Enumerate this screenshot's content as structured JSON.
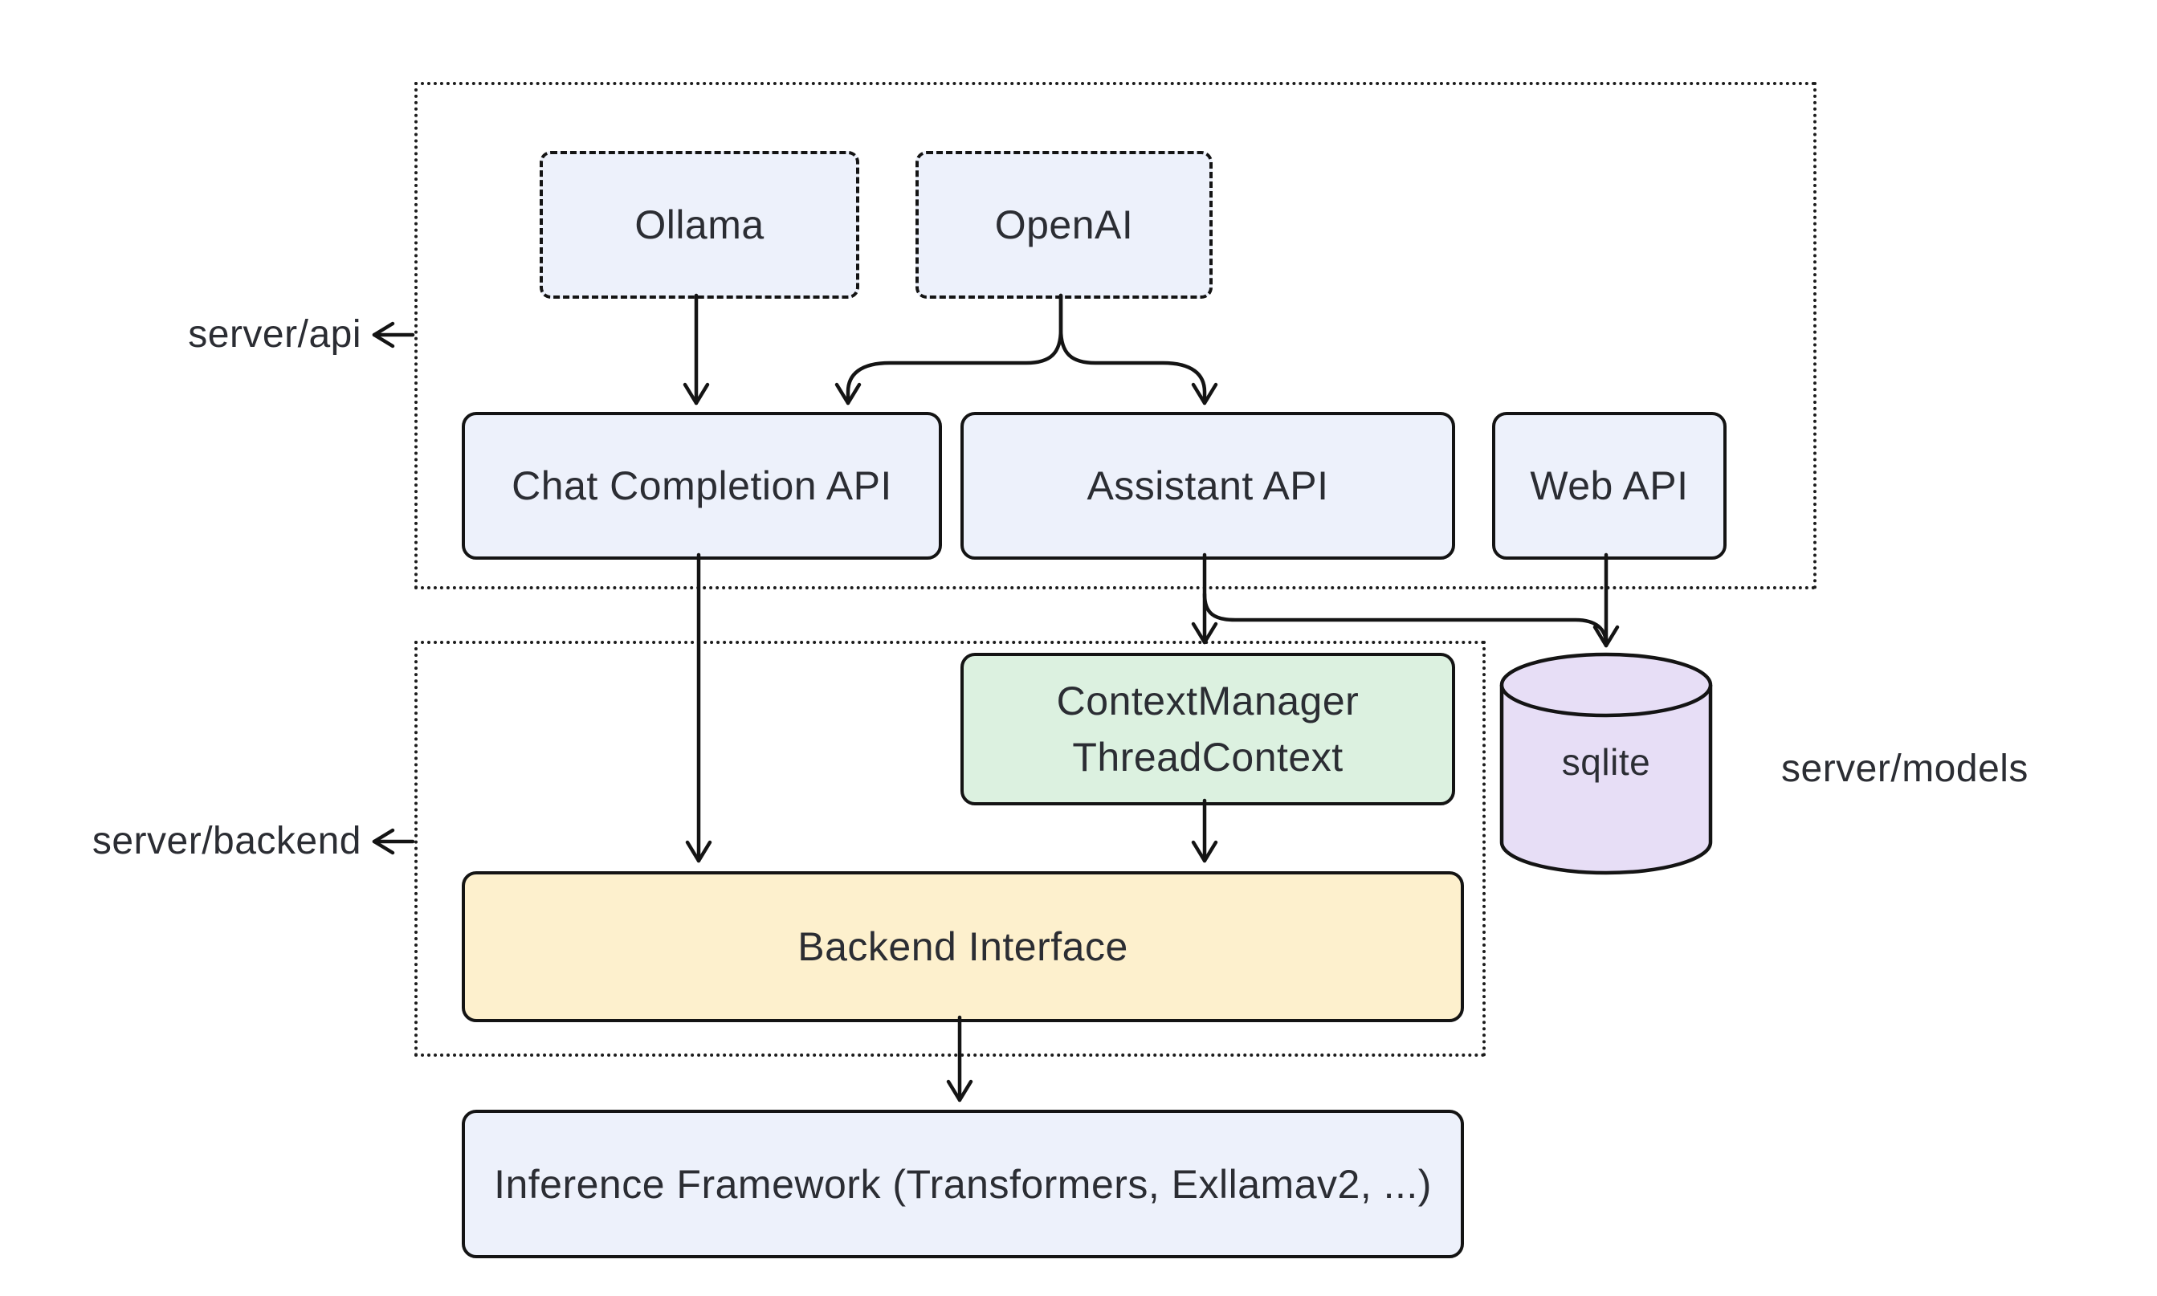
{
  "diagram": {
    "type": "architecture-diagram",
    "containers": {
      "server_api": {
        "label": "server/api"
      },
      "server_backend": {
        "label": "server/backend"
      },
      "server_models": {
        "label": "server/models"
      }
    },
    "nodes": {
      "ollama": {
        "label": "Ollama"
      },
      "openai": {
        "label": "OpenAI"
      },
      "chat_completion_api": {
        "label": "Chat Completion API"
      },
      "assistant_api": {
        "label": "Assistant API"
      },
      "web_api": {
        "label": "Web API"
      },
      "context_manager": {
        "line1": "ContextManager",
        "line2": "ThreadContext"
      },
      "backend_interface": {
        "label": "Backend Interface"
      },
      "inference_framework": {
        "label": "Inference Framework (Transformers, Exllamav2, ...)"
      },
      "sqlite": {
        "label": "sqlite"
      }
    },
    "edges": [
      {
        "from": "ollama",
        "to": "chat_completion_api"
      },
      {
        "from": "openai",
        "to": "chat_completion_api"
      },
      {
        "from": "openai",
        "to": "assistant_api"
      },
      {
        "from": "chat_completion_api",
        "to": "backend_interface"
      },
      {
        "from": "assistant_api",
        "to": "context_manager"
      },
      {
        "from": "assistant_api",
        "to": "sqlite"
      },
      {
        "from": "web_api",
        "to": "sqlite"
      },
      {
        "from": "context_manager",
        "to": "backend_interface"
      },
      {
        "from": "backend_interface",
        "to": "inference_framework"
      }
    ],
    "colors": {
      "node_blue": "#edf1fb",
      "node_green": "#dcf1e0",
      "node_yellow": "#fdf0cd",
      "node_purple": "#e7def6",
      "stroke": "#141414",
      "text": "#2b2d33",
      "background": "#ffffff"
    }
  }
}
